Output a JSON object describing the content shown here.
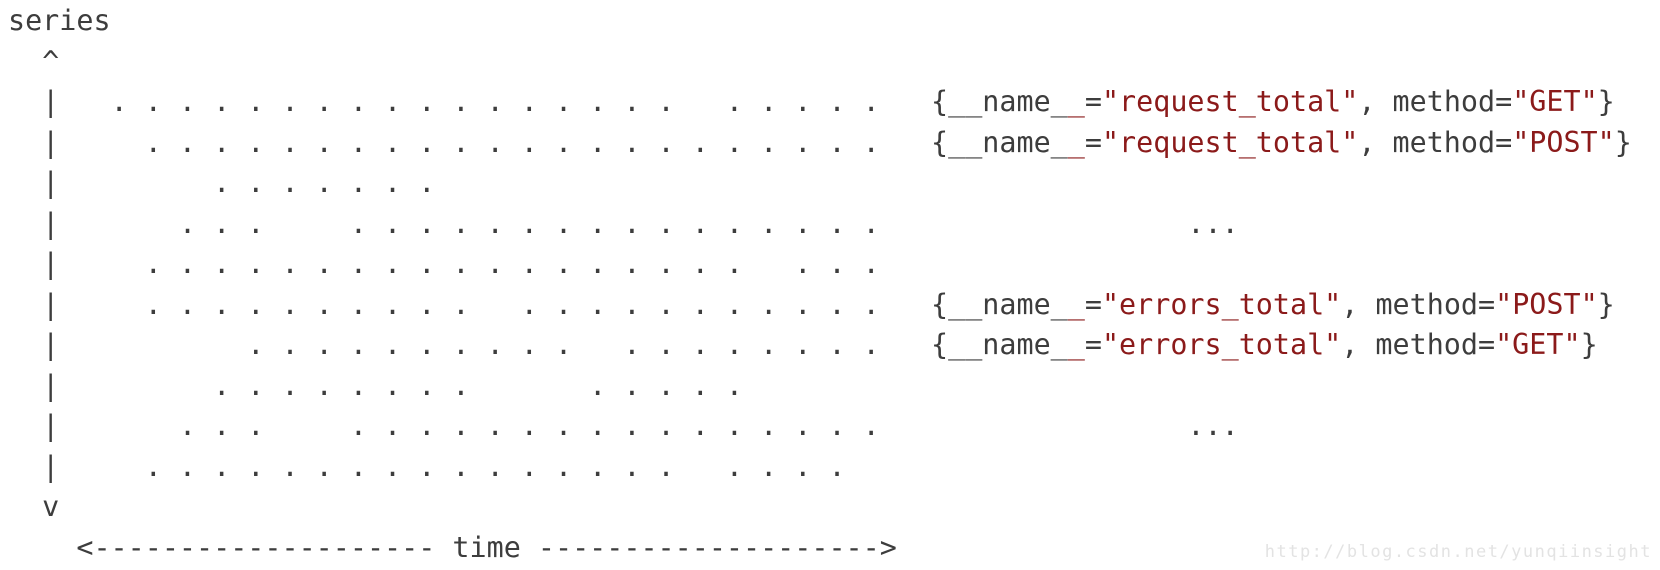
{
  "colors": {
    "fg": "#3d3d3d",
    "red": "#8b1a1a",
    "watermark": "#e3e3e3",
    "background": "#ffffff"
  },
  "watermark": "http://blog.csdn.net/yunqiinsight",
  "diagram": {
    "description_axis_y": "series",
    "description_axis_x": "time",
    "series_labels": [
      "{__name__=\"request_total\", method=\"GET\"}",
      "{__name__=\"request_total\", method=\"POST\"}",
      "{__name__=\"errors_total\", method=\"POST\"}",
      "{__name__=\"errors_total\", method=\"GET\"}"
    ],
    "lines": [
      [
        {
          "t": "series"
        }
      ],
      [
        {
          "t": "  ^"
        }
      ],
      [
        {
          "t": "  |   "
        },
        {
          "r": ". ",
          "n": 17
        },
        {
          "t": "  "
        },
        {
          "r": ". ",
          "n": 5
        },
        {
          "t": "  "
        },
        {
          "t": "{__name_"
        },
        {
          "t": "_",
          "c": "red"
        },
        {
          "t": "="
        },
        {
          "t": "\"request_total\"",
          "c": "red"
        },
        {
          "t": ", method="
        },
        {
          "t": "\"GET\"",
          "c": "red"
        },
        {
          "t": "}"
        }
      ],
      [
        {
          "t": "  |     "
        },
        {
          "r": ". ",
          "n": 22
        },
        {
          "t": "  "
        },
        {
          "t": "{__name_"
        },
        {
          "t": "_",
          "c": "red"
        },
        {
          "t": "="
        },
        {
          "t": "\"request_total\"",
          "c": "red"
        },
        {
          "t": ", method="
        },
        {
          "t": "\"POST\"",
          "c": "red"
        },
        {
          "t": "}"
        }
      ],
      [
        {
          "t": "  |         "
        },
        {
          "r": ". ",
          "n": 7
        }
      ],
      [
        {
          "t": "  |       "
        },
        {
          "r": ". ",
          "n": 3
        },
        {
          "t": "    "
        },
        {
          "r": ". ",
          "n": 16
        },
        {
          "r": " ",
          "n": 17
        },
        {
          "t": "..."
        }
      ],
      [
        {
          "t": "  |     "
        },
        {
          "r": ". ",
          "n": 18
        },
        {
          "t": "  "
        },
        {
          "r": ". ",
          "n": 3
        }
      ],
      [
        {
          "t": "  |     "
        },
        {
          "r": ". ",
          "n": 10
        },
        {
          "t": "  "
        },
        {
          "r": ". ",
          "n": 11
        },
        {
          "t": "  "
        },
        {
          "t": "{__name_"
        },
        {
          "t": "_",
          "c": "red"
        },
        {
          "t": "="
        },
        {
          "t": "\"errors_total\"",
          "c": "red"
        },
        {
          "t": ", method="
        },
        {
          "t": "\"POST\"",
          "c": "red"
        },
        {
          "t": "}"
        }
      ],
      [
        {
          "t": "  |           "
        },
        {
          "r": ". ",
          "n": 10
        },
        {
          "t": "  "
        },
        {
          "r": ". ",
          "n": 8
        },
        {
          "t": "  "
        },
        {
          "t": "{__name_"
        },
        {
          "t": "_",
          "c": "red"
        },
        {
          "t": "="
        },
        {
          "t": "\"errors_total\"",
          "c": "red"
        },
        {
          "t": ", method="
        },
        {
          "t": "\"GET\"",
          "c": "red"
        },
        {
          "t": "}"
        }
      ],
      [
        {
          "t": "  |         "
        },
        {
          "r": ". ",
          "n": 8
        },
        {
          "r": " ",
          "n": 6
        },
        {
          "r": ". ",
          "n": 5
        }
      ],
      [
        {
          "t": "  |       "
        },
        {
          "r": ". ",
          "n": 3
        },
        {
          "t": "    "
        },
        {
          "r": ". ",
          "n": 16
        },
        {
          "r": " ",
          "n": 17
        },
        {
          "t": "..."
        }
      ],
      [
        {
          "t": "  |     "
        },
        {
          "r": ". ",
          "n": 16
        },
        {
          "t": "  "
        },
        {
          "r": ". ",
          "n": 4
        }
      ],
      [
        {
          "t": "  v"
        }
      ],
      [
        {
          "t": "    <"
        },
        {
          "r": "-",
          "n": 20
        },
        {
          "t": " time "
        },
        {
          "r": "-",
          "n": 20
        },
        {
          "t": ">"
        }
      ]
    ]
  }
}
